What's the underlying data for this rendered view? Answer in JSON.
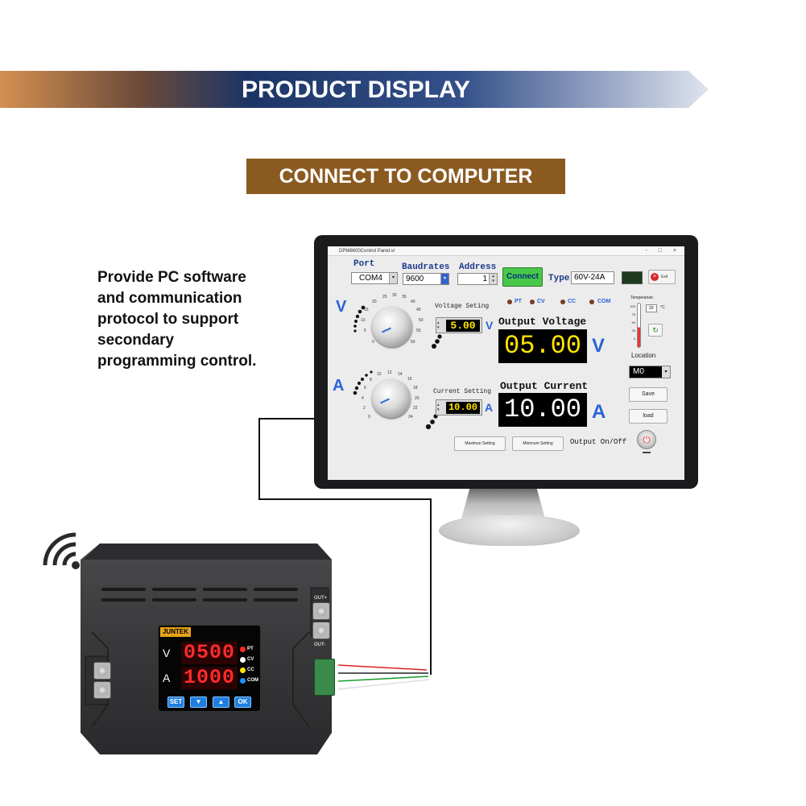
{
  "banner": {
    "title": "PRODUCT DISPLAY"
  },
  "section": {
    "title": "CONNECT TO COMPUTER"
  },
  "description": {
    "lines": [
      "Provide PC software",
      "and communication",
      "protocol to support",
      "secondary",
      "programming control."
    ]
  },
  "software": {
    "window_title": "DPM8600Control Panel.vi",
    "window_controls": "- □ ×",
    "port": {
      "label": "Port",
      "value": "COM4"
    },
    "baudrates": {
      "label": "Baudrates",
      "value": "9600"
    },
    "address": {
      "label": "Address",
      "value": "1"
    },
    "connect_label": "Connect",
    "type": {
      "label": "Type",
      "value": "60V-24A"
    },
    "exit_label": "Exit",
    "indicators": [
      "PT",
      "CV",
      "CC",
      "COM"
    ],
    "voltage_unit": "V",
    "current_unit": "A",
    "voltage_setting": {
      "label": "Voltage Seting",
      "value": "5.00",
      "unit": "V"
    },
    "current_setting": {
      "label": "Current Setting",
      "value": "10.00",
      "unit": "A"
    },
    "output_voltage": {
      "label": "Output Voltage",
      "value": "05.00",
      "unit": "V"
    },
    "output_current": {
      "label": "Output Current",
      "value": "10.00",
      "unit": "A"
    },
    "voltage_ticks": [
      "0",
      "5",
      "10",
      "15",
      "20",
      "25",
      "30",
      "35",
      "40",
      "45",
      "50",
      "55",
      "60"
    ],
    "current_ticks": [
      "0",
      "2",
      "4",
      "6",
      "8",
      "10",
      "12",
      "14",
      "16",
      "18",
      "20",
      "22",
      "24"
    ],
    "temperature": {
      "label": "Temperature",
      "value": "20",
      "unit": "°C",
      "scale": [
        "100",
        "75",
        "50",
        "25",
        "0"
      ]
    },
    "location": {
      "label": "Location",
      "value": "M0"
    },
    "save_label": "Save",
    "load_label": "load",
    "max_setting_label": "Maximun Setting",
    "min_setting_label": "Minimum Setting",
    "output_onoff_label": "Output On/Off"
  },
  "device": {
    "brand": "JUNTEK",
    "voltage_label": "V",
    "current_label": "A",
    "voltage_display": "0500",
    "current_display": "1000",
    "indicators": [
      {
        "label": "PT",
        "color": "#ff2a2a"
      },
      {
        "label": "CV",
        "color": "#ffffff"
      },
      {
        "label": "CC",
        "color": "#ffe600"
      },
      {
        "label": "COM",
        "color": "#1f8fff"
      }
    ],
    "keys": [
      "SET",
      "▼",
      "▲",
      "OK"
    ],
    "out_plus": "OUT+",
    "out_minus": "OUT-"
  },
  "colors": {
    "banner_left": "#c98444",
    "banner_mid": "#1c3566",
    "section_bg": "#8b5a20",
    "seg_yellow": "#ffe600",
    "accent_blue": "#2a63d8"
  }
}
